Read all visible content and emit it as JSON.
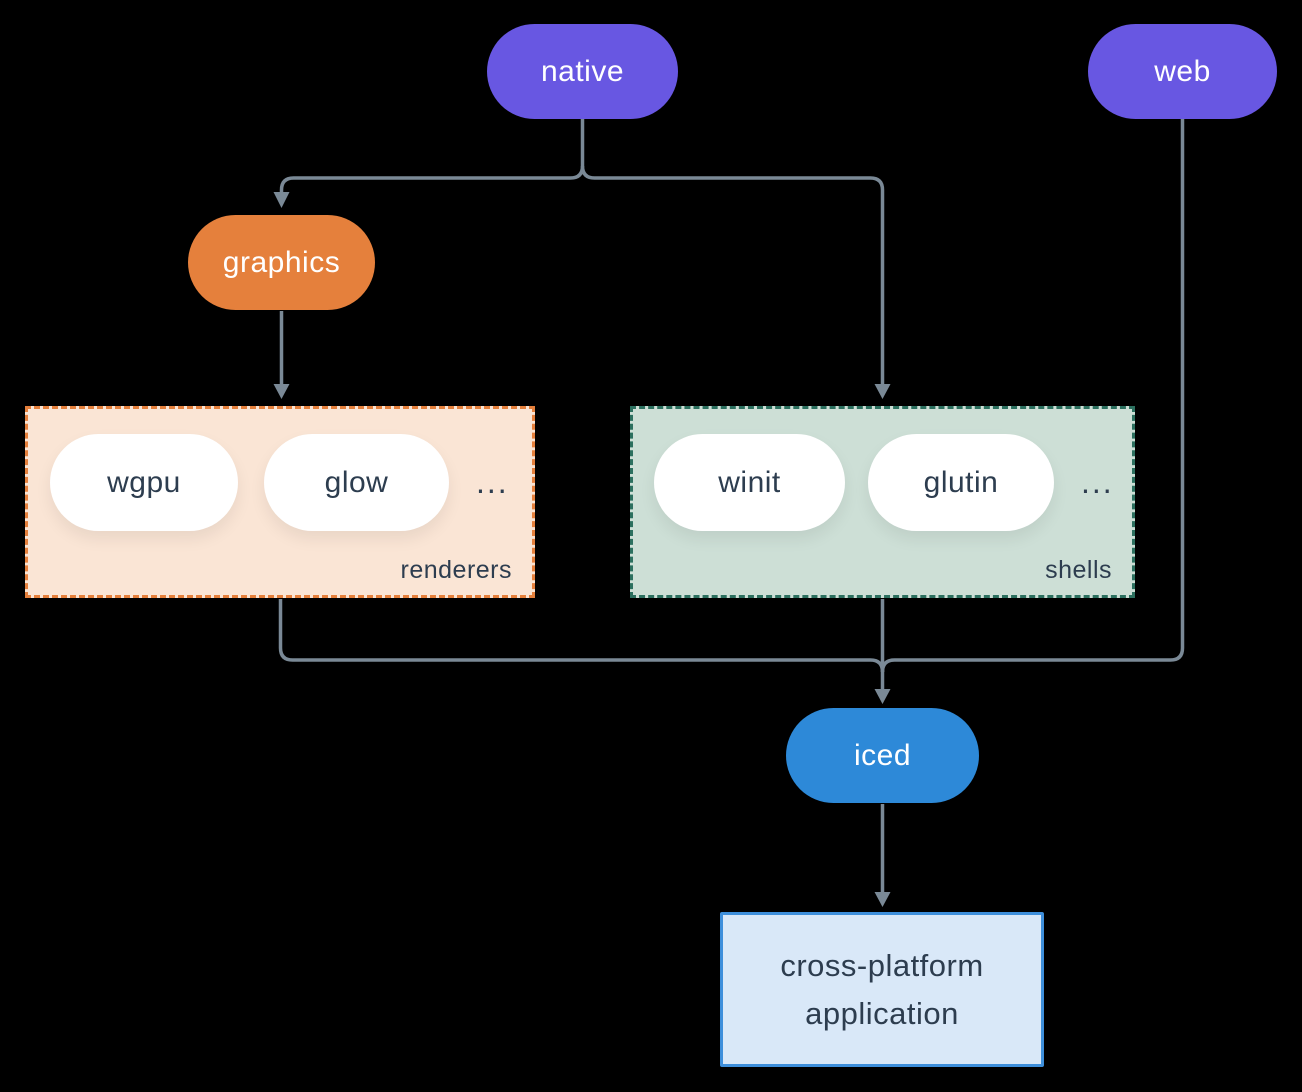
{
  "nodes": {
    "native": {
      "label": "native",
      "fill": "#6857e2"
    },
    "web": {
      "label": "web",
      "fill": "#6857e2"
    },
    "graphics": {
      "label": "graphics",
      "fill": "#e5803c"
    },
    "iced": {
      "label": "iced",
      "fill": "#2d89d8"
    },
    "application": {
      "line1": "cross-platform",
      "line2": "application",
      "fill": "#d9e8f8",
      "border": "#3e8fdb"
    }
  },
  "groups": {
    "renderers": {
      "label": "renderers",
      "items": [
        "wgpu",
        "glow"
      ],
      "ellipsis": "...",
      "fill": "#fae5d5",
      "border": "#e5803c"
    },
    "shells": {
      "label": "shells",
      "items": [
        "winit",
        "glutin"
      ],
      "ellipsis": "...",
      "fill": "#cddfd6",
      "border": "#2c705f"
    }
  },
  "edges": [
    {
      "from": "native",
      "to": "graphics"
    },
    {
      "from": "native",
      "to": "shells"
    },
    {
      "from": "graphics",
      "to": "renderers"
    },
    {
      "from": "renderers",
      "to": "iced"
    },
    {
      "from": "shells",
      "to": "iced"
    },
    {
      "from": "web",
      "to": "iced"
    },
    {
      "from": "iced",
      "to": "application"
    }
  ],
  "colors": {
    "background": "#000000",
    "edge": "#7a8996",
    "node_text": "#ffffff",
    "dark_text": "#2d3d4f",
    "white_pill": "#ffffff"
  }
}
